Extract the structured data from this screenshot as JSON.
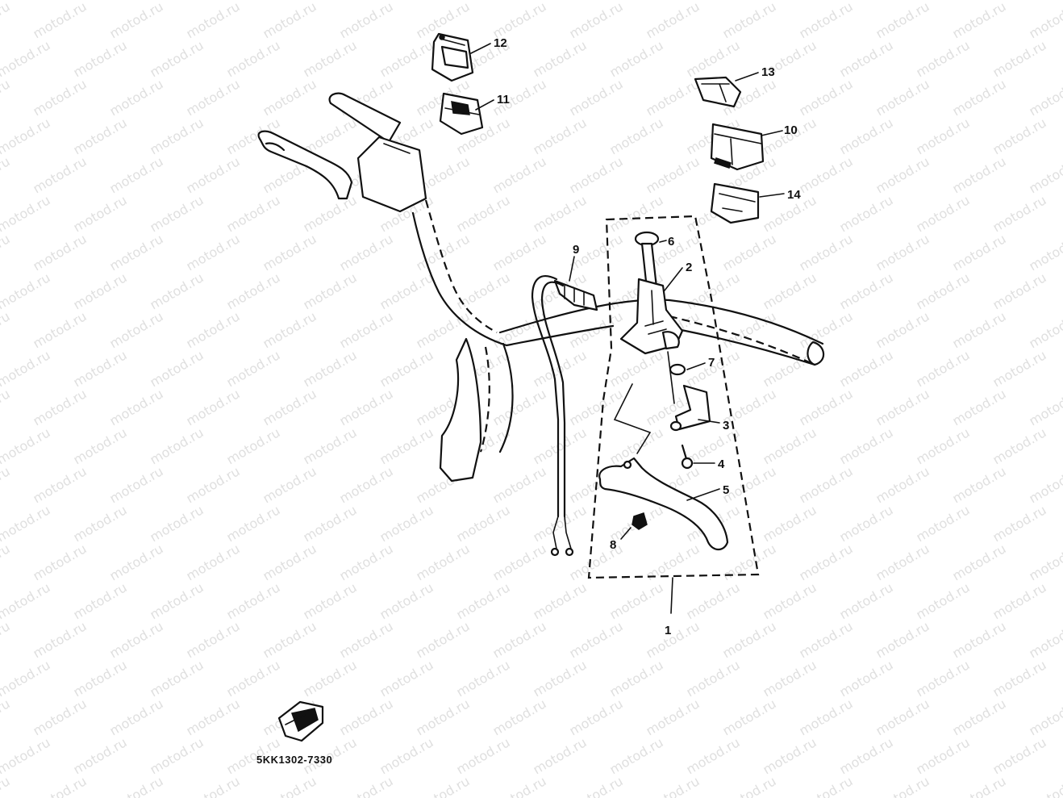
{
  "watermark": "motod.ru",
  "diagram_code": "5KK1302-7330",
  "callouts": [
    {
      "id": "c1",
      "label": "1"
    },
    {
      "id": "c2",
      "label": "2"
    },
    {
      "id": "c3",
      "label": "3"
    },
    {
      "id": "c4",
      "label": "4"
    },
    {
      "id": "c5",
      "label": "5"
    },
    {
      "id": "c6",
      "label": "6"
    },
    {
      "id": "c7",
      "label": "7"
    },
    {
      "id": "c8",
      "label": "8"
    },
    {
      "id": "c9",
      "label": "9"
    },
    {
      "id": "c10",
      "label": "10"
    },
    {
      "id": "c11",
      "label": "11"
    },
    {
      "id": "c12",
      "label": "12"
    },
    {
      "id": "c13",
      "label": "13"
    },
    {
      "id": "c14",
      "label": "14"
    }
  ]
}
